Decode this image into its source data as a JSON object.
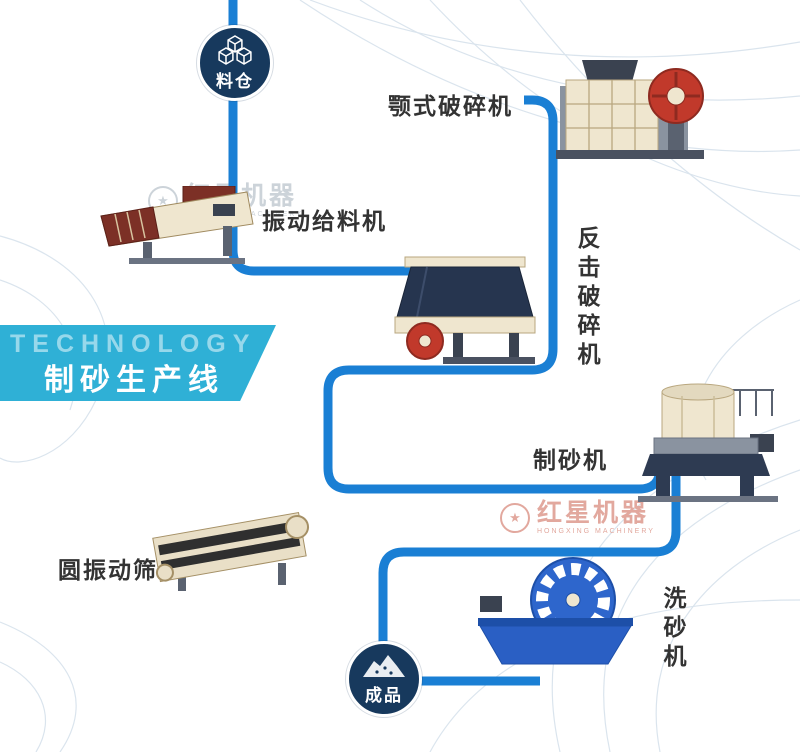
{
  "banner": {
    "watermark_text": "TECHNOLOGY",
    "title": "制砂生产线",
    "bg_color": "#2fb0d6"
  },
  "nodes": {
    "silo": "料仓",
    "product": "成品"
  },
  "machines": {
    "jaw_crusher": "颚式破碎机",
    "vibrating_feeder": "振动给料机",
    "impact_crusher": "反击破碎机",
    "sand_maker": "制砂机",
    "vibrating_screen": "圆振动筛",
    "sand_washer": "洗砂机"
  },
  "watermark": {
    "brand_cn": "红星机器",
    "brand_en": "HONGXING MACHINERY"
  },
  "colors": {
    "connector_blue": "#1a7fd4",
    "node_navy": "#17395d",
    "banner_blue": "#2fb0d6",
    "machine_red": "#c1392b",
    "machine_cream": "#efe6cf",
    "washer_blue": "#2e66cc",
    "label_text": "#333333",
    "decor_line": "#d7e2ec"
  }
}
